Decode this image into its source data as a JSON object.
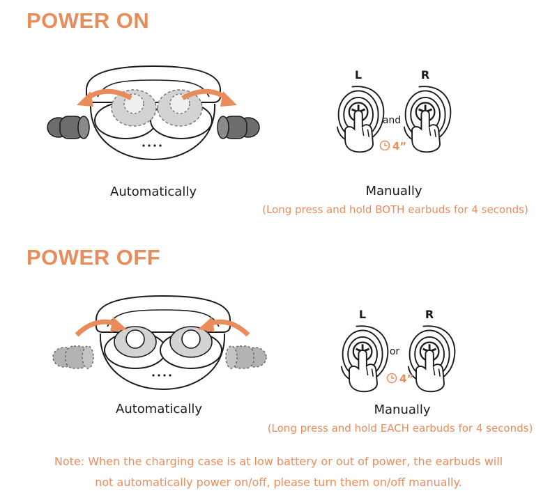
{
  "colors": {
    "accent": "#e98c5b",
    "line": "#1a1a1a",
    "bud_grey": "#6d6d6d",
    "bud_light": "#d3d3d3"
  },
  "power_on": {
    "title": "POWER ON",
    "auto_caption": "Automatically",
    "manual_caption": "Manually",
    "manual_detail": "(Long press and hold BOTH earbuds for 4 seconds)",
    "left_label": "L",
    "right_label": "R",
    "connector": "and",
    "timer": "4”"
  },
  "power_off": {
    "title": "POWER OFF",
    "auto_caption": "Automatically",
    "manual_caption": "Manually",
    "manual_detail": "(Long press and hold EACH earbuds for 4 seconds)",
    "left_label": "L",
    "right_label": "R",
    "connector": "or",
    "timer": "4”"
  },
  "note": {
    "line1": "Note: When the charging case is at low battery or out of power, the earbuds will",
    "line2": "not automatically power on/off, please turn them on/off manually."
  }
}
